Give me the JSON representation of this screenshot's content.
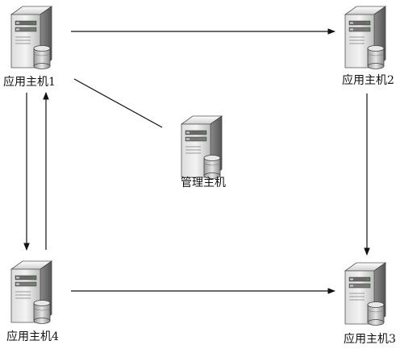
{
  "nodes": [
    {
      "id": "app1",
      "label": "应用主机1"
    },
    {
      "id": "app2",
      "label": "应用主机2"
    },
    {
      "id": "mgmt",
      "label": "管理主机"
    },
    {
      "id": "app3",
      "label": "应用主机3"
    },
    {
      "id": "app4",
      "label": "应用主机4"
    }
  ],
  "edges": [
    {
      "from": "app1",
      "to": "app2",
      "arrow": true
    },
    {
      "from": "app2",
      "to": "app3",
      "arrow": true
    },
    {
      "from": "app4",
      "to": "app3",
      "arrow": true
    },
    {
      "from": "app1",
      "to": "app4",
      "arrow": true
    },
    {
      "from": "app4",
      "to": "app1",
      "arrow": true
    },
    {
      "from": "app1",
      "to": "mgmt",
      "arrow": false
    }
  ],
  "colors": {
    "line": "#111111",
    "server_light": "#eeeeee",
    "server_mid": "#b5b5b5",
    "server_dark": "#6e6e6e"
  }
}
